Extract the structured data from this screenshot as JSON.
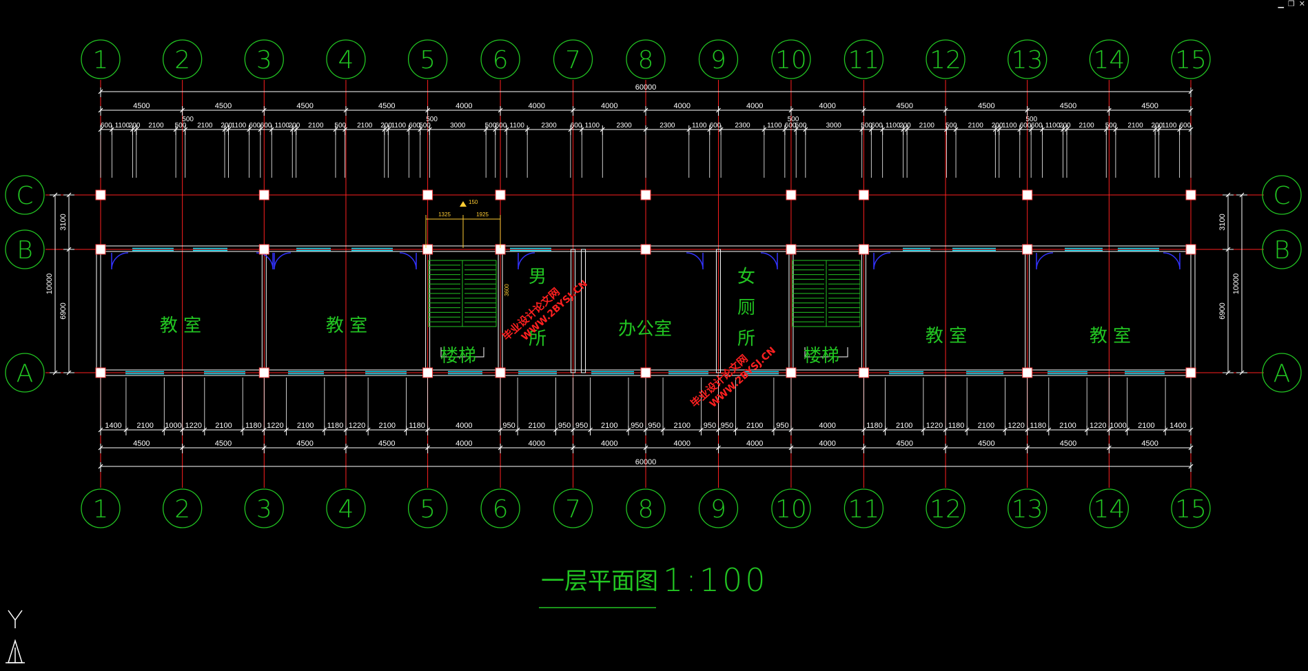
{
  "window_controls": {
    "minimize": "▁",
    "restore": "❐",
    "close": "✕"
  },
  "colors": {
    "background": "#000000",
    "axis_line": "#ff2020",
    "axis_bubble": "#22c522",
    "dimension": "#ffffff",
    "wall": "#ffffff",
    "window": "#00e5ff",
    "door": "#3333ff",
    "room_label": "#22c522",
    "column": "#ffffff",
    "stair": "#22c522",
    "watermark": "#ff2020",
    "title": "#22c522"
  },
  "grid": {
    "x_axes": [
      "1",
      "2",
      "3",
      "4",
      "5",
      "6",
      "7",
      "8",
      "9",
      "10",
      "11",
      "12",
      "13",
      "14",
      "15"
    ],
    "y_axes": [
      "C",
      "B",
      "A"
    ]
  },
  "dimensions": {
    "top_total": "60000",
    "top_bays": [
      "4500",
      "4500",
      "4500",
      "4500",
      "4000",
      "4000",
      "4000",
      "4000",
      "4000",
      "4000",
      "4500",
      "4500",
      "4500",
      "4500"
    ],
    "top_detail": [
      "600",
      "1100",
      "200",
      "2100",
      "500",
      "2100",
      "200",
      "1100",
      "600",
      "600",
      "1100",
      "200",
      "2100",
      "500",
      "2100",
      "200",
      "1100",
      "600",
      "500",
      "3000",
      "500",
      "600",
      "1100",
      "2300",
      "600",
      "1100",
      "2300",
      "2300",
      "1100",
      "600",
      "2300",
      "1100",
      "600",
      "500",
      "3000",
      "500",
      "600",
      "1100",
      "200",
      "2100",
      "500",
      "2100",
      "200",
      "1100",
      "600",
      "600",
      "1100",
      "200",
      "2100",
      "500",
      "2100",
      "200",
      "1100",
      "600"
    ],
    "top_extra": [
      "500",
      "500",
      "500",
      "500"
    ],
    "bottom_detail": [
      "1400",
      "2100",
      "1000",
      "1220",
      "2100",
      "1180",
      "1220",
      "2100",
      "1180",
      "1220",
      "2100",
      "1180",
      "4000",
      "950",
      "2100",
      "950",
      "950",
      "2100",
      "950",
      "950",
      "2100",
      "950",
      "950",
      "2100",
      "950",
      "4000",
      "1180",
      "2100",
      "1220",
      "1180",
      "2100",
      "1220",
      "1180",
      "2100",
      "1220",
      "1000",
      "2100",
      "1400"
    ],
    "bottom_bays": [
      "4500",
      "4500",
      "4500",
      "4500",
      "4000",
      "4000",
      "4000",
      "4000",
      "4000",
      "4000",
      "4500",
      "4500",
      "4500",
      "4500"
    ],
    "bottom_total": "60000",
    "left_parts": [
      "3100",
      "6900"
    ],
    "left_total": "10000",
    "right_parts": [
      "3100",
      "6900"
    ],
    "right_total": "10000",
    "stair_small": [
      "1325",
      "1925",
      "150",
      "3600"
    ]
  },
  "rooms": {
    "classroom_1": "教  室",
    "classroom_2": "教  室",
    "stair_1": "楼梯",
    "mens_toilet_1": "男",
    "mens_toilet_2": "所",
    "office": "办公室",
    "womens_toilet_1": "女",
    "womens_toilet_2": "厕",
    "womens_toilet_3": "所",
    "stair_2": "楼梯",
    "classroom_3": "教  室",
    "classroom_4": "教  室"
  },
  "watermark": {
    "cn": "毕业设计论文网",
    "url": "WWW.2BYSJ.CN"
  },
  "title": {
    "name": "一层平面图",
    "scale": "1:100"
  },
  "ucs": {
    "y": "Y"
  }
}
